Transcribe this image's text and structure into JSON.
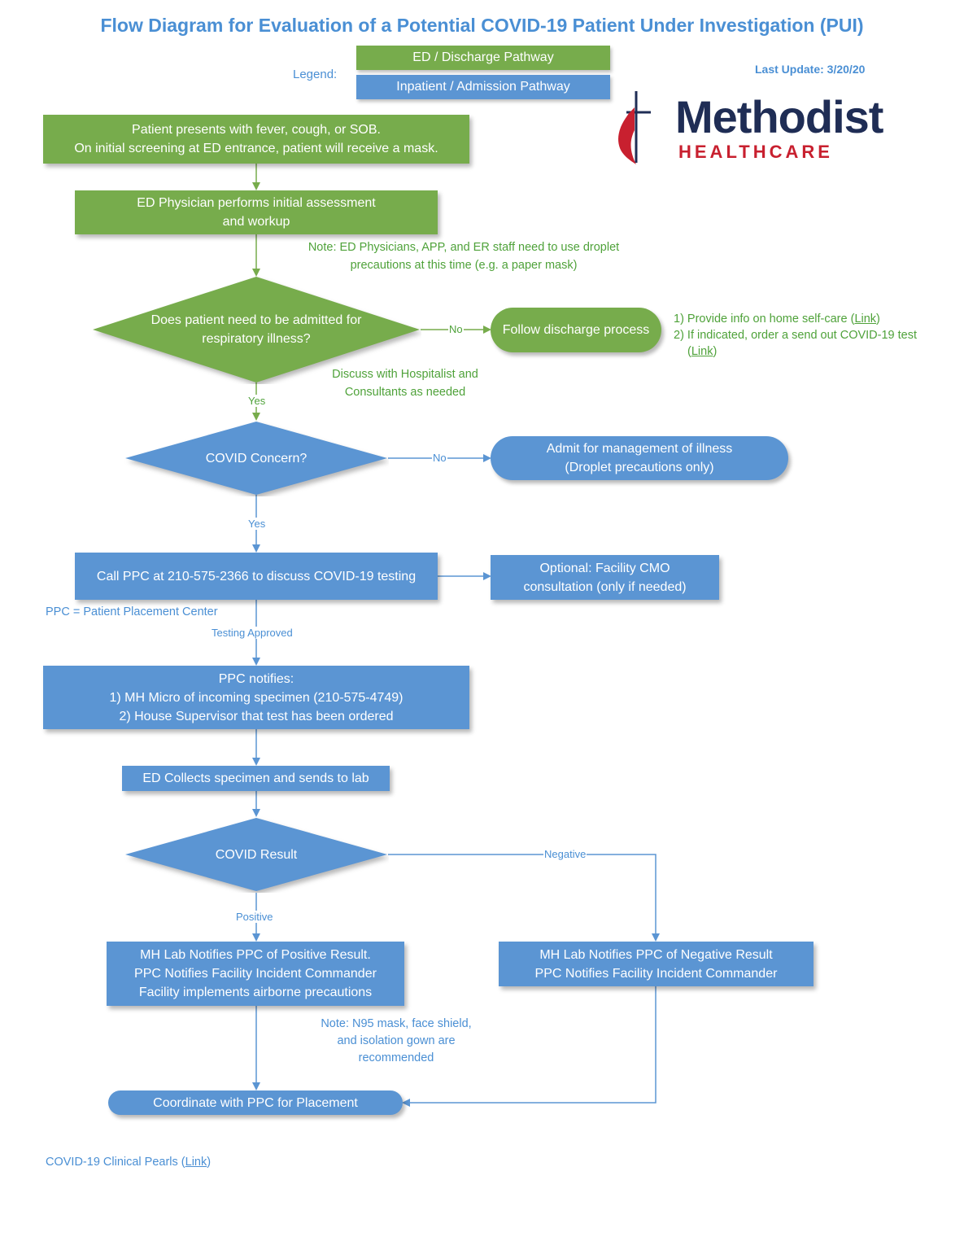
{
  "title": "Flow Diagram for Evaluation of a Potential COVID-19 Patient Under Investigation (PUI)",
  "legend": {
    "label": "Legend:",
    "green": "ED / Discharge Pathway",
    "blue": "Inpatient / Admission Pathway"
  },
  "last_update": "Last Update:  3/20/20",
  "logo": {
    "name": "Methodist",
    "sub": "HEALTHCARE"
  },
  "colors": {
    "green": "#77ac4c",
    "blue": "#5b95d3",
    "text_blue": "#4a8fd4",
    "text_green": "#4fa23a",
    "logo_navy": "#1f2d55",
    "logo_red": "#c8202f"
  },
  "nodes": {
    "presents": {
      "line1": "Patient presents with fever, cough, or SOB.",
      "line2": "On initial screening at ED entrance, patient will receive a mask."
    },
    "assessment": {
      "line1": "ED Physician performs initial assessment",
      "line2": "and workup"
    },
    "admit_q": {
      "line1": "Does patient need to be admitted for",
      "line2": "respiratory illness?"
    },
    "discharge": "Follow discharge process",
    "covid_q": "COVID Concern?",
    "admit_mgmt": {
      "line1": "Admit for management of illness",
      "line2": "(Droplet precautions only)"
    },
    "call_ppc": "Call PPC at 210-575-2366 to discuss COVID-19 testing",
    "cmo": {
      "line1": "Optional: Facility CMO",
      "line2": "consultation (only if needed)"
    },
    "ppc_notifies": {
      "line1": "PPC notifies:",
      "line2": "1) MH Micro of incoming specimen (210-575-4749)",
      "line3": "2) House Supervisor that test has been ordered"
    },
    "collect": "ED Collects specimen and sends to lab",
    "result_q": "COVID Result",
    "positive": {
      "line1": "MH Lab Notifies PPC of Positive Result.",
      "line2": "PPC Notifies Facility Incident Commander",
      "line3": "Facility implements airborne precautions"
    },
    "negative": {
      "line1": "MH Lab Notifies PPC of Negative Result",
      "line2": "PPC Notifies Facility Incident Commander"
    },
    "coordinate": "Coordinate with PPC for Placement"
  },
  "notes": {
    "droplet": {
      "line1": "Note: ED Physicians, APP, and ER staff need to use droplet",
      "line2": "precautions at this time (e.g. a paper mask)"
    },
    "discharge_info": {
      "item1": "1) Provide info on home self-care  (",
      "item2": "2) If indicated, order a send out COVID-19 test",
      "link": "Link",
      "close": ")"
    },
    "hospitalist": {
      "line1": "Discuss with Hospitalist and",
      "line2": "Consultants as needed"
    },
    "ppc_def": "PPC = Patient Placement Center",
    "n95": {
      "line1": "Note: N95 mask, face shield,",
      "line2": "and isolation gown are",
      "line3": "recommended"
    },
    "pearls": {
      "text": "COVID-19 Clinical Pearls (",
      "link": "Link",
      "close": ")"
    }
  },
  "edge_labels": {
    "no1": "No",
    "yes1": "Yes",
    "no2": "No",
    "yes2": "Yes",
    "testing": "Testing Approved",
    "negative": "Negative",
    "positive": "Positive"
  }
}
